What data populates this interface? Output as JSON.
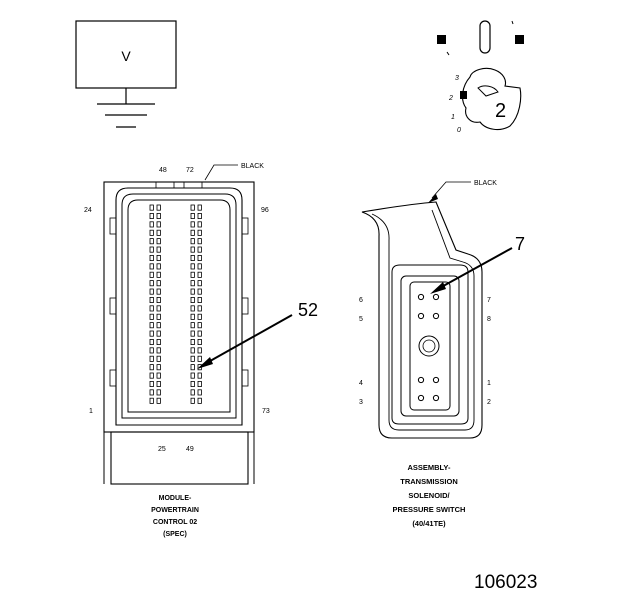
{
  "meter_symbol": {
    "label": "V"
  },
  "key_view": {
    "positions": [
      "3",
      "2",
      "1",
      "0"
    ],
    "key_number": "2"
  },
  "pcm_connector": {
    "color_label": "BLACK",
    "pin_labels": {
      "top_left": "48",
      "top_right": "72",
      "left_upper": "24",
      "right_upper": "96",
      "left_lower": "1",
      "right_lower": "73",
      "bottom_left": "25",
      "bottom_right": "49"
    },
    "callout": "52",
    "caption": [
      "MODULE-",
      "POWERTRAIN",
      "CONTROL 02",
      "(SPEC)"
    ]
  },
  "solenoid_connector": {
    "color_label": "BLACK",
    "callout": "7",
    "pin_labels_left": [
      "6",
      "5",
      "4",
      "3"
    ],
    "pin_labels_right": [
      "7",
      "8",
      "1",
      "2"
    ],
    "caption": [
      "ASSEMBLY-",
      "TRANSMISSION",
      "SOLENOID/",
      "PRESSURE SWITCH",
      "(40/41TE)"
    ]
  },
  "figure_number": "106023"
}
